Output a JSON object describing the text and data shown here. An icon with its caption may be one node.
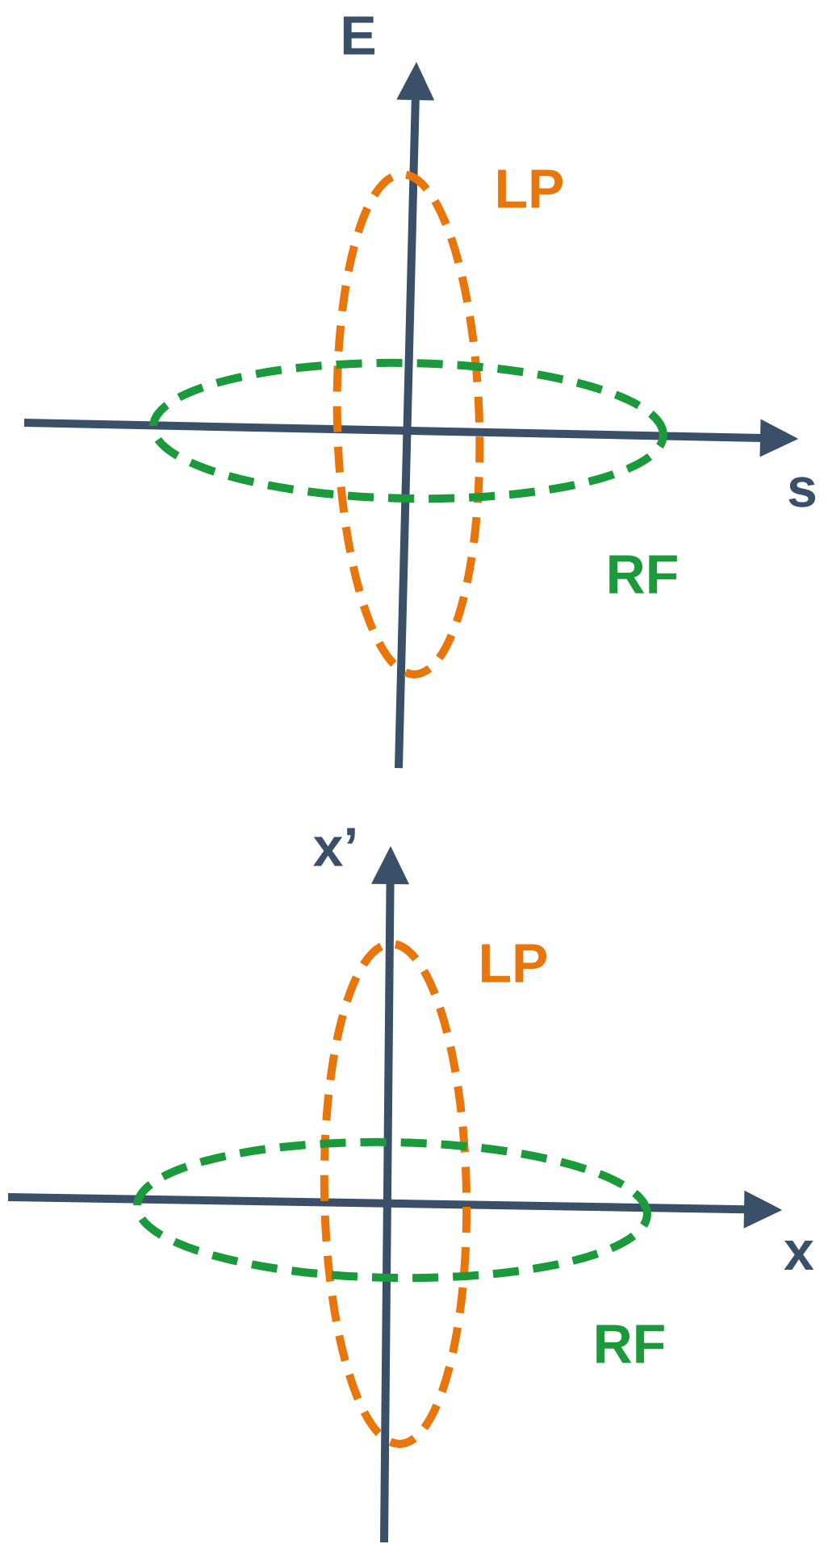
{
  "diagram": {
    "nodes": [
      {
        "text": [],
        "shape": "ellipse",
        "beside": [
          "LP"
        ]
      },
      {
        "text": [],
        "shape": "ellipse",
        "beside": [
          "RF"
        ]
      },
      {
        "text": [],
        "shape": "ellipse",
        "beside": [
          "LP"
        ]
      },
      {
        "text": [],
        "shape": "ellipse",
        "beside": [
          "RF"
        ]
      }
    ],
    "labels": [
      "E",
      "s",
      "x’",
      "x"
    ]
  }
}
